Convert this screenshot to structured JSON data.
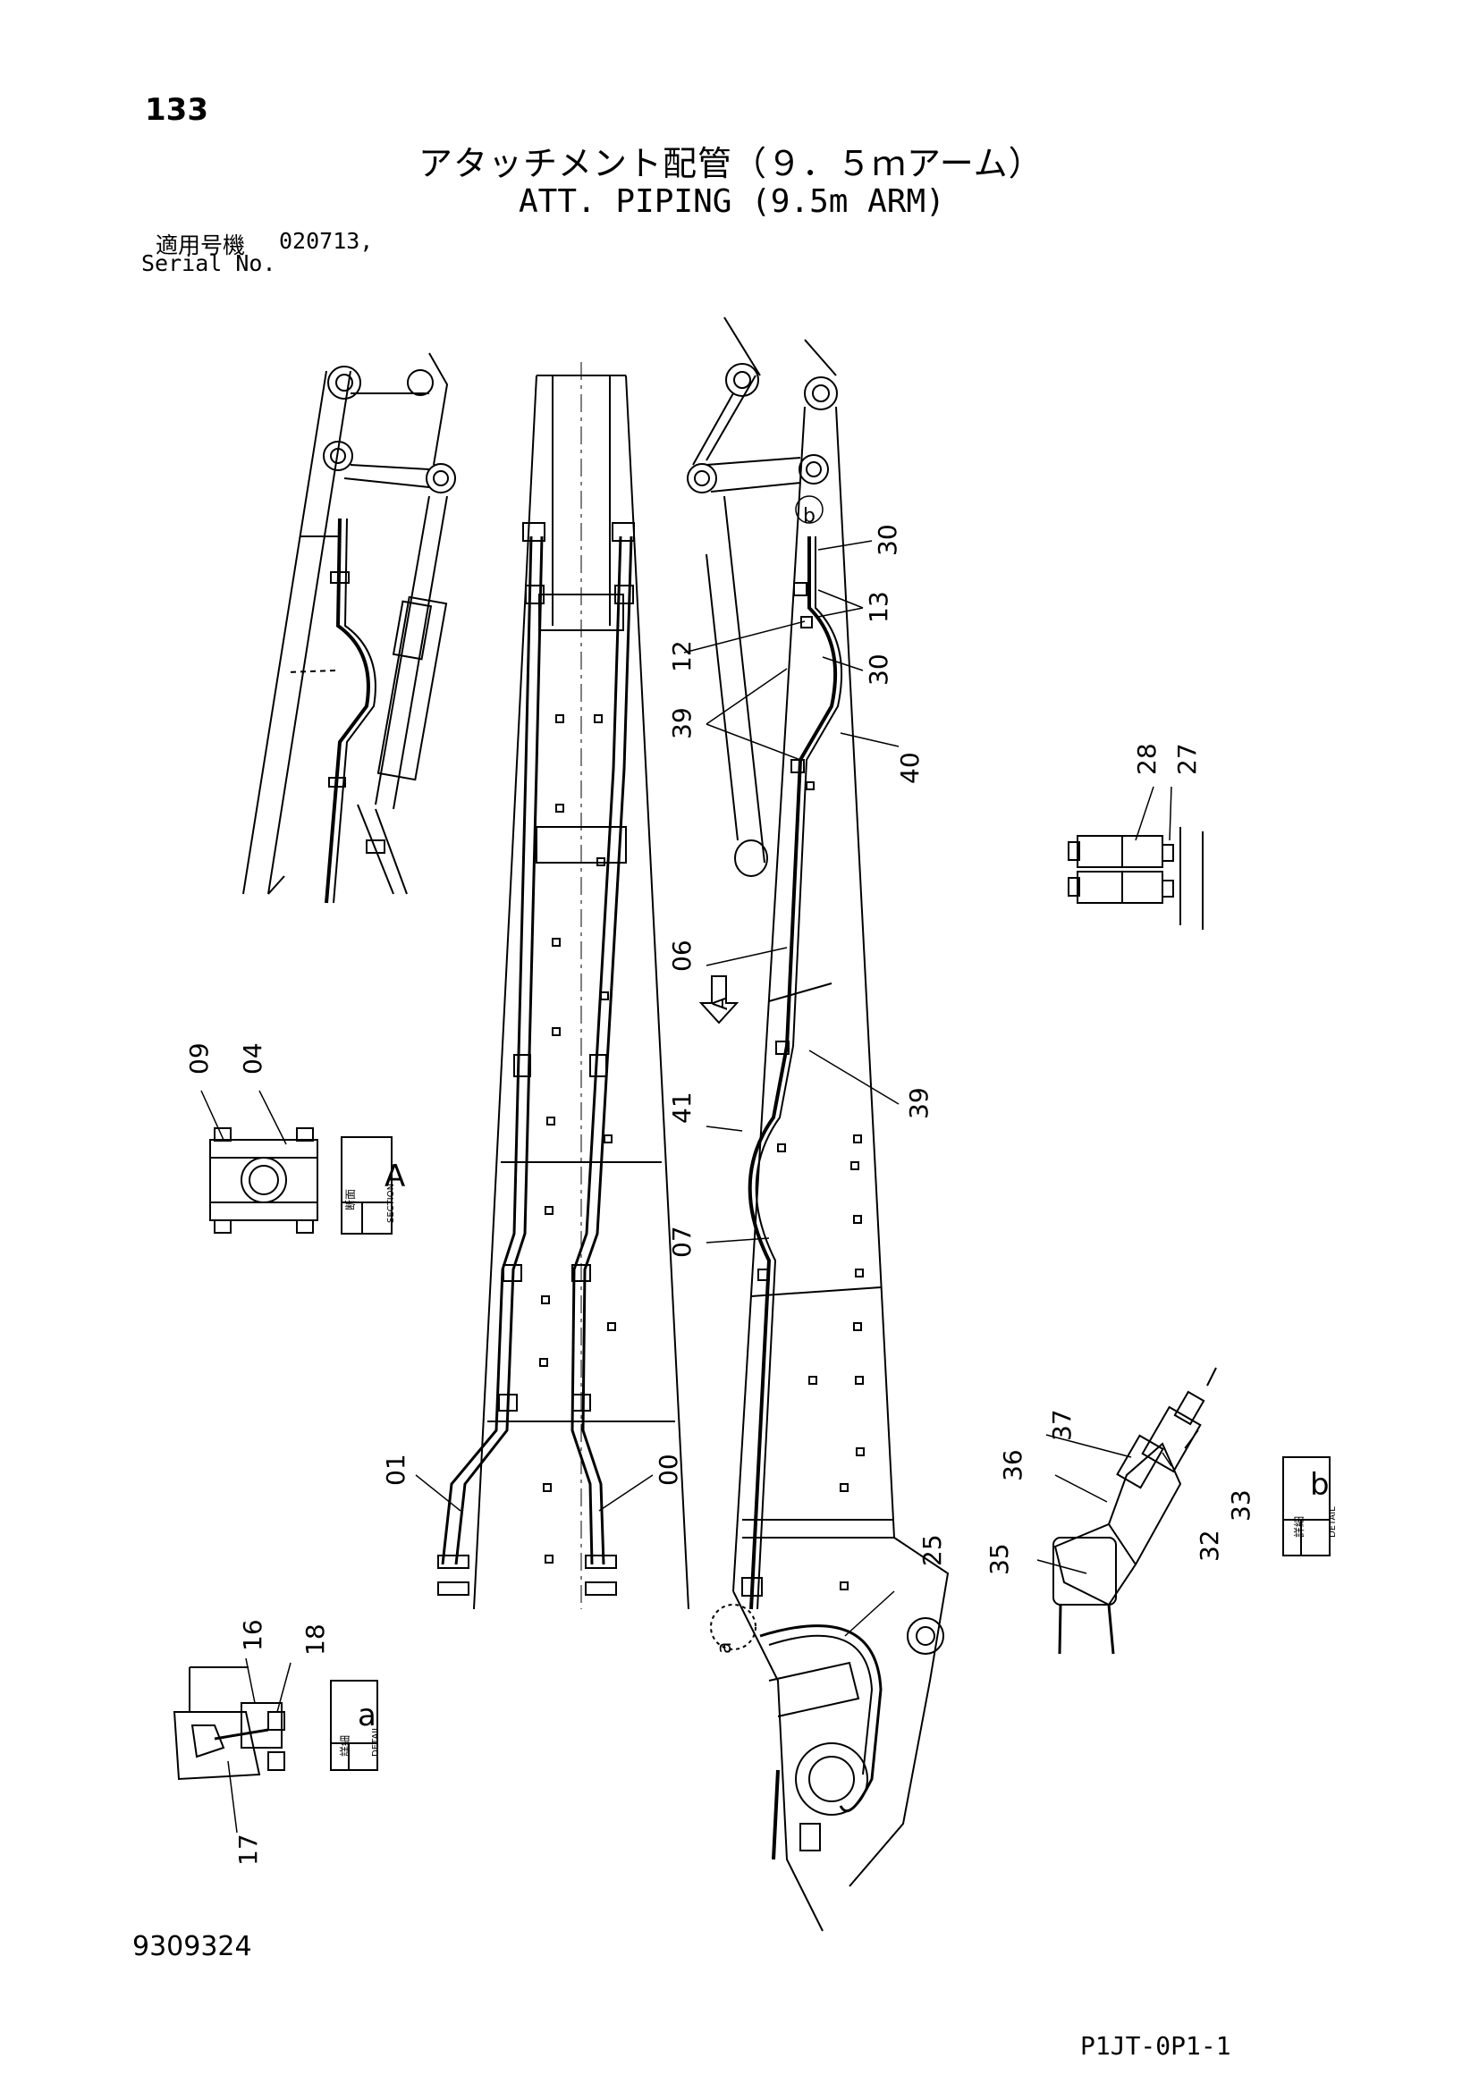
{
  "page_number": "133",
  "title_ja": "アタッチメント配管（９．５ｍアーム）",
  "title_en": "ATT. PIPING (9.5m ARM)",
  "serial": {
    "label_ja": "適用号機",
    "value": "020713,",
    "label_en": "Serial No."
  },
  "doc_number": "9309324",
  "sheet_code": "P1JT-0P1-1",
  "views": {
    "section_a": {
      "kanji": "断面",
      "word": "SECTION",
      "letter": "A"
    },
    "detail_a": {
      "kanji": "詳細",
      "word": "DETAIL",
      "letter": "a"
    },
    "detail_b": {
      "kanji": "詳細",
      "word": "DETAIL",
      "letter": "b"
    }
  },
  "view_arrow_letter": "A",
  "callout_letters": {
    "b": "b",
    "a": "a"
  },
  "part_labels": {
    "p30a": "30",
    "p13": "13",
    "p12": "12",
    "p30b": "30",
    "p39a": "39",
    "p40": "40",
    "p28": "28",
    "p27": "27",
    "p06": "06",
    "p39b": "39",
    "p41": "41",
    "p07": "07",
    "p09": "09",
    "p04": "04",
    "p01": "01",
    "p00": "00",
    "p37": "37",
    "p36": "36",
    "p33": "33",
    "p32": "32",
    "p35": "35",
    "p25": "25",
    "p16": "16",
    "p18": "18",
    "p17": "17"
  }
}
